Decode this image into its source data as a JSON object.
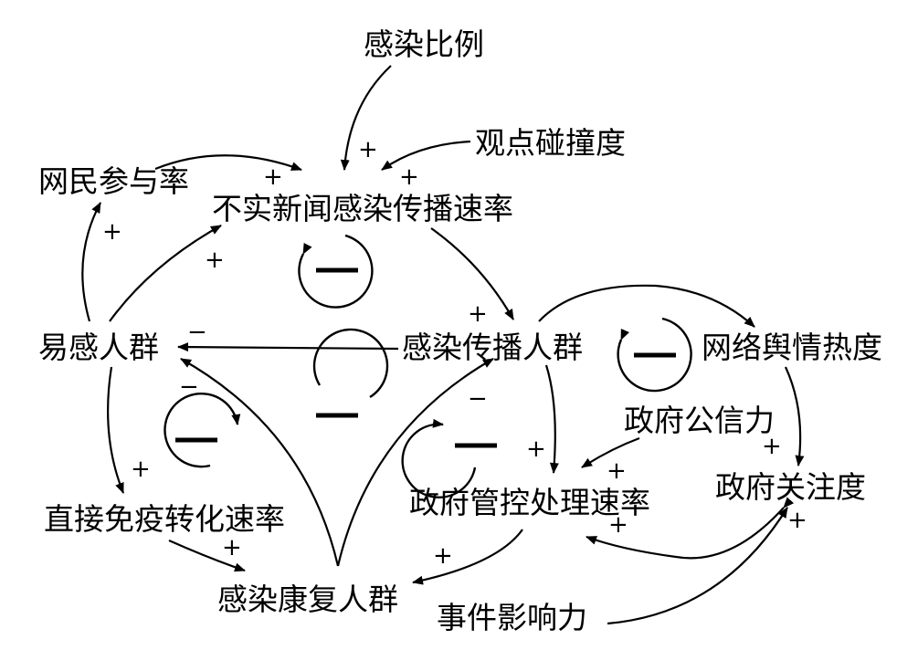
{
  "nodes": {
    "infection_ratio": "感染比例",
    "opinion_collision": "观点碰撞度",
    "netizen_participation": "网民参与率",
    "fake_news_rate": "不实新闻感染传播速率",
    "susceptible": "易感人群",
    "infected": "感染传播人群",
    "online_heat": "网络舆情热度",
    "gov_credibility": "政府公信力",
    "gov_attention": "政府关注度",
    "gov_control_rate": "政府管控处理速率",
    "direct_immunity_rate": "直接免疫转化速率",
    "recovered": "感染康复人群",
    "event_impact": "事件影响力"
  },
  "signs": {
    "plus": "+",
    "minus": "−"
  },
  "loop_symbol": "—"
}
